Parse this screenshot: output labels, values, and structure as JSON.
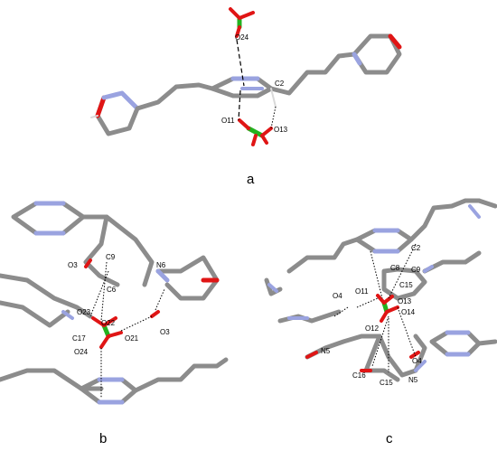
{
  "panels": {
    "a": {
      "label": "a",
      "atoms": {
        "o24": "O24",
        "c2": "C2",
        "o11": "O11",
        "o13": "O13"
      }
    },
    "b": {
      "label": "b",
      "atoms": {
        "c9": "C9",
        "o3_top": "O3",
        "n6": "N6",
        "c6": "C6",
        "o23": "O23",
        "o22": "O22",
        "c17": "C17",
        "o21": "O21",
        "o3_right": "O3",
        "o24": "O24"
      }
    },
    "c": {
      "label": "c",
      "atoms": {
        "c2": "C2",
        "c8": "C8",
        "c9": "C9",
        "c15_top": "C15",
        "o4_left": "O4",
        "o11": "O11",
        "o13": "O13",
        "o14": "O14",
        "o12": "O12",
        "n5_left": "N5",
        "o4_right": "O4",
        "c16": "C16",
        "c15_bottom": "C15",
        "n5_bottom": "N5"
      }
    }
  },
  "colors": {
    "carbon": "#8c8c8c",
    "nitrogen": "#9aa3e0",
    "oxygen": "#e01515",
    "hydrogen": "#d9d9d9",
    "chlorine": "#22b21f"
  }
}
